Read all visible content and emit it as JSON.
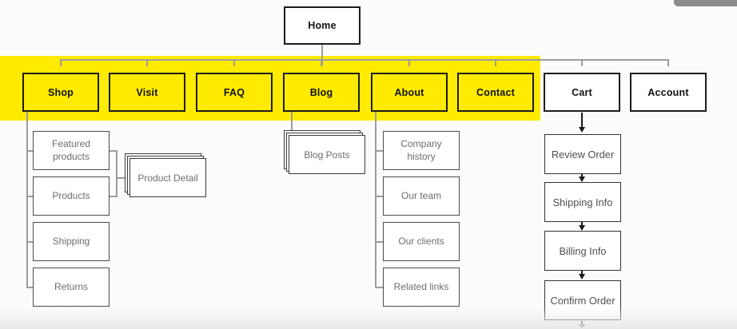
{
  "page": {
    "title": "Website sitemap diagram",
    "colors": {
      "highlight_yellow": "#ffeb00",
      "node_border": "#1c1c1c",
      "tree_line_grey": "#9c9c9c",
      "flow_arrow_black": "#1b1b1b",
      "overlay_tab_grey": "#8b8b8b"
    }
  },
  "sitemap": {
    "home": {
      "label": "Home"
    },
    "nav": [
      {
        "label": "Shop",
        "highlighted": true
      },
      {
        "label": "Visit",
        "highlighted": true
      },
      {
        "label": "FAQ",
        "highlighted": true
      },
      {
        "label": "Blog",
        "highlighted": true
      },
      {
        "label": "About",
        "highlighted": true
      },
      {
        "label": "Contact",
        "highlighted": true
      },
      {
        "label": "Cart",
        "highlighted": false
      },
      {
        "label": "Account",
        "highlighted": false
      }
    ],
    "shop": {
      "children": [
        "Featured products",
        "Products",
        "Shipping",
        "Returns"
      ],
      "detail_stack": "Product Detail"
    },
    "blog": {
      "stack": "Blog Posts"
    },
    "about": {
      "children": [
        "Company history",
        "Our team",
        "Our clients",
        "Related links"
      ]
    },
    "cart_flow": [
      "Review Order",
      "Shipping Info",
      "Billing Info",
      "Confirm Order"
    ]
  }
}
